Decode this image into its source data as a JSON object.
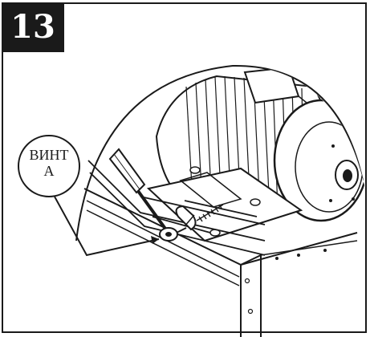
{
  "step": {
    "number": "13"
  },
  "callout": {
    "line1": "ВИНТ",
    "line2": "А"
  },
  "colors": {
    "ink": "#1a1a1a",
    "background": "#ffffff",
    "badge": "#1a1a1a"
  },
  "icons": {
    "illustration": "motor-mount-tension-screw-drawing"
  }
}
